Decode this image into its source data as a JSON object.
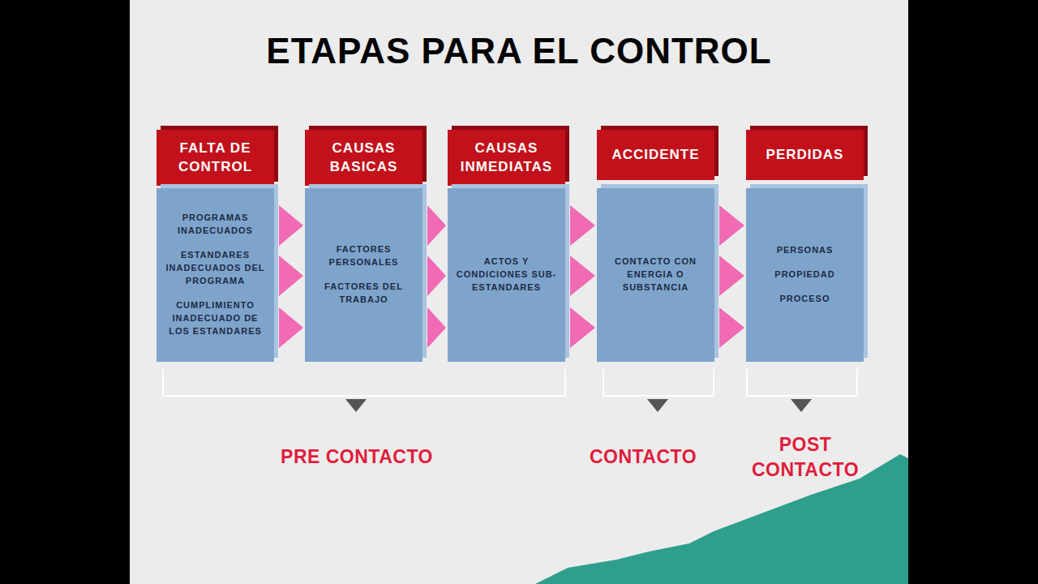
{
  "diagram": {
    "title": "ETAPAS PARA EL CONTROL",
    "nodes": [
      {
        "text": [
          "FALTA DE CONTROL"
        ]
      },
      {
        "text": [
          "PROGRAMAS INADECUADOS",
          "ESTANDARES INADECUADOS DEL PROGRAMA",
          "CUMPLIMIENTO INADECUADO DE LOS ESTANDARES"
        ]
      },
      {
        "text": [
          "CAUSAS BASICAS"
        ]
      },
      {
        "text": [
          "FACTORES PERSONALES",
          "FACTORES DEL TRABAJO"
        ]
      },
      {
        "text": [
          "CAUSAS INMEDIATAS"
        ]
      },
      {
        "text": [
          "ACTOS Y CONDICIONES SUB-ESTANDARES"
        ]
      },
      {
        "text": [
          "ACCIDENTE"
        ]
      },
      {
        "text": [
          "CONTACTO CON ENERGIA O SUBSTANCIA"
        ]
      },
      {
        "text": [
          "PERDIDAS"
        ]
      },
      {
        "text": [
          "PERSONAS",
          "PROPIEDAD",
          "PROCESO"
        ]
      }
    ],
    "edges": [
      {
        "from": 1,
        "to": 3,
        "arrow": "to"
      },
      {
        "from": 3,
        "to": 5,
        "arrow": "to"
      },
      {
        "from": 5,
        "to": 7,
        "arrow": "to"
      },
      {
        "from": 7,
        "to": 9,
        "arrow": "to"
      }
    ],
    "labels": [
      "PRE CONTACTO",
      "CONTACTO",
      "POST CONTACTO"
    ]
  }
}
